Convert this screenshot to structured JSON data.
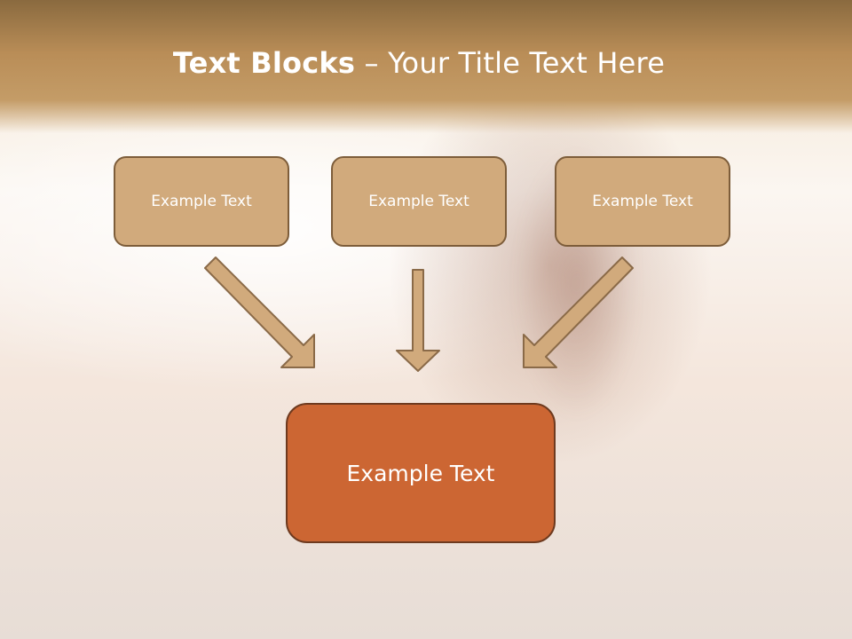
{
  "slide": {
    "title_bold": "Text Blocks",
    "title_dash": " – ",
    "title_rest": "Your Title Text Here"
  },
  "blocks": [
    {
      "label": "Example Text"
    },
    {
      "label": "Example Text"
    },
    {
      "label": "Example Text"
    }
  ],
  "target": {
    "label": "Example Text"
  },
  "colors": {
    "header": "#b98d57",
    "block_fill": "#d1aa7c",
    "block_border": "#7d5d3a",
    "target_fill": "#cc6633",
    "arrow_fill": "#d1aa7c"
  },
  "icons": [
    "arrow-down-right-icon",
    "arrow-down-icon",
    "arrow-down-left-icon"
  ]
}
